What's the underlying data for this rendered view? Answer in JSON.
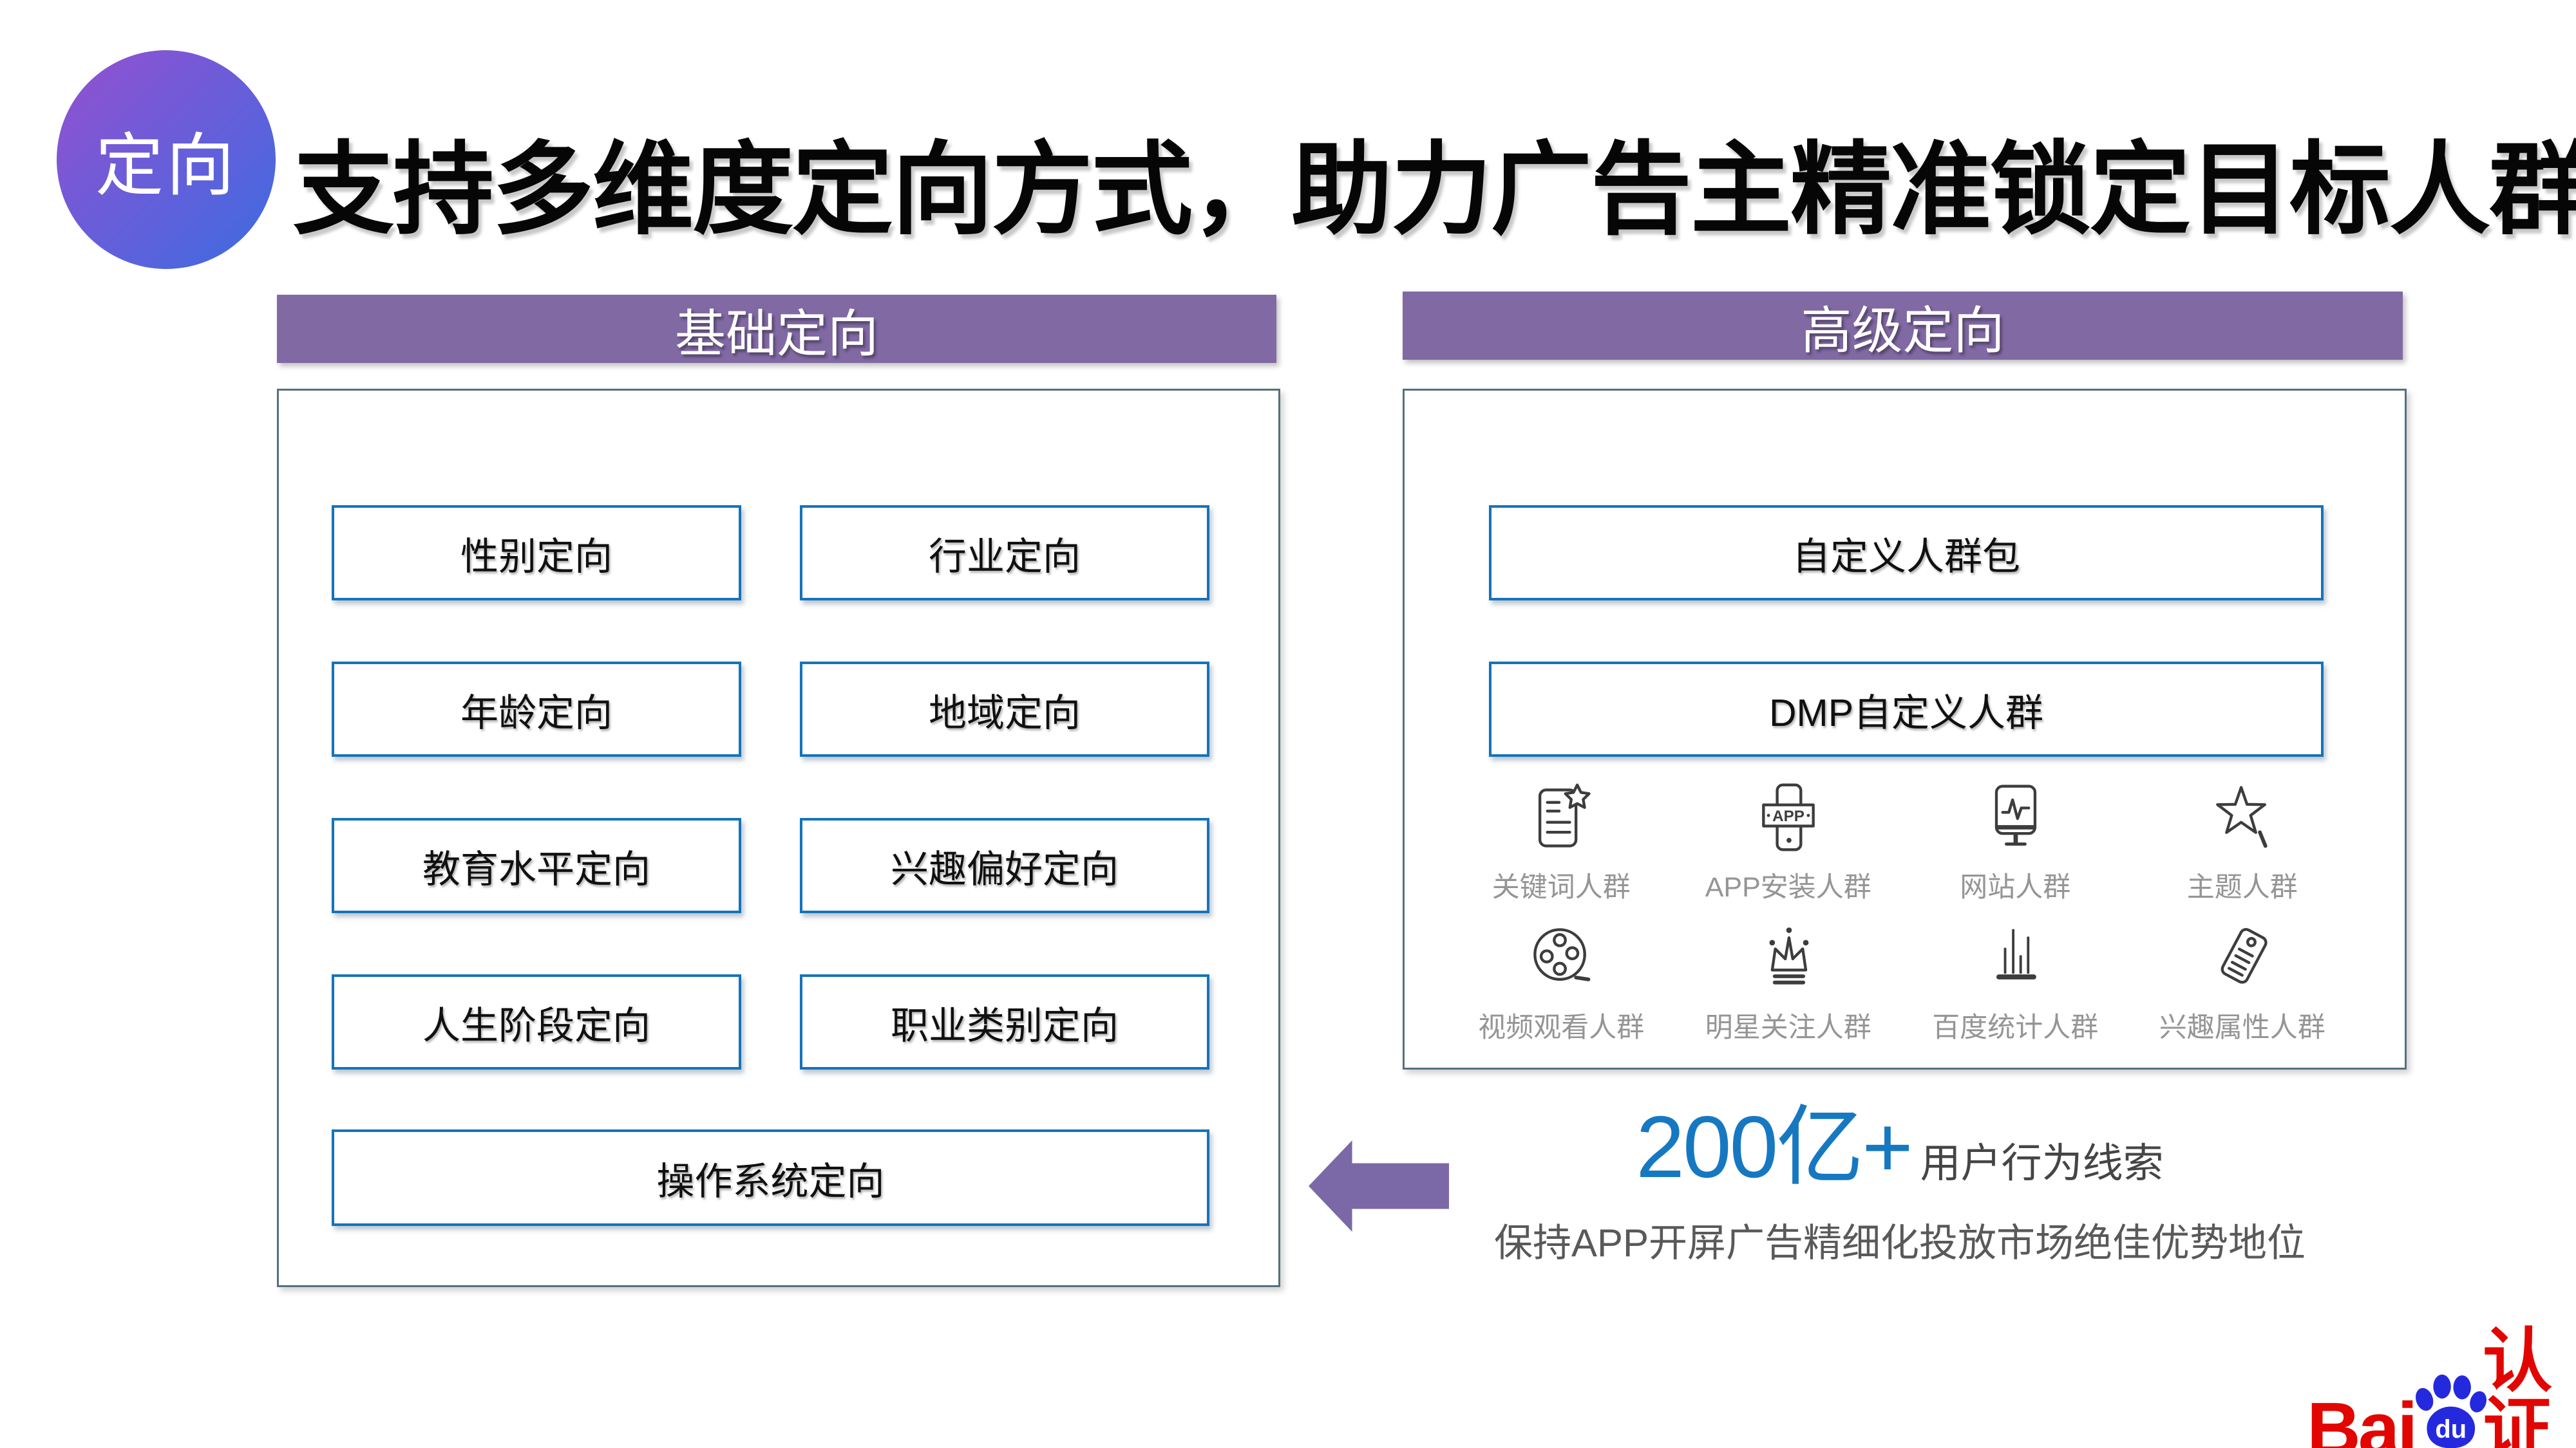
{
  "badge": {
    "label": "定向"
  },
  "title": "支持多维度定向方式，助力广告主精准锁定目标人群",
  "colors": {
    "header_purple": "#8169a4",
    "box_border_blue": "#1673b9",
    "panel_border": "#55707f",
    "stat_blue": "#1778c2",
    "arrow_purple": "#7b68a6",
    "badge_gradient_start": "#9550d0",
    "badge_gradient_end": "#3b6ce1",
    "baidu_red": "#e10601",
    "baidu_blue": "#2529de"
  },
  "left_panel": {
    "header": "基础定向",
    "boxes": [
      "性别定向",
      "行业定向",
      "年龄定向",
      "地域定向",
      "教育水平定向",
      "兴趣偏好定向",
      "人生阶段定向",
      "职业类别定向"
    ],
    "full_width_box": "操作系统定向"
  },
  "right_panel": {
    "header": "高级定向",
    "boxes": [
      "自定义人群包",
      "DMP自定义人群"
    ],
    "audience_items": [
      {
        "icon": "keyword-doc-icon",
        "label": "关键词人群"
      },
      {
        "icon": "app-install-icon",
        "label": "APP安装人群"
      },
      {
        "icon": "website-monitor-icon",
        "label": "网站人群"
      },
      {
        "icon": "topic-star-icon",
        "label": "主题人群"
      },
      {
        "icon": "video-reel-icon",
        "label": "视频观看人群"
      },
      {
        "icon": "crown-icon",
        "label": "明星关注人群"
      },
      {
        "icon": "bar-chart-icon",
        "label": "百度统计人群"
      },
      {
        "icon": "tag-icon",
        "label": "兴趣属性人群"
      }
    ],
    "app_icon_text": "APP"
  },
  "stat": {
    "number": "200亿+",
    "suffix": "用户行为线索",
    "description": "保持APP开屏广告精细化投放市场绝佳优势地位"
  },
  "logo": {
    "part1": "Bai",
    "part2": "du",
    "part3": "认证"
  }
}
